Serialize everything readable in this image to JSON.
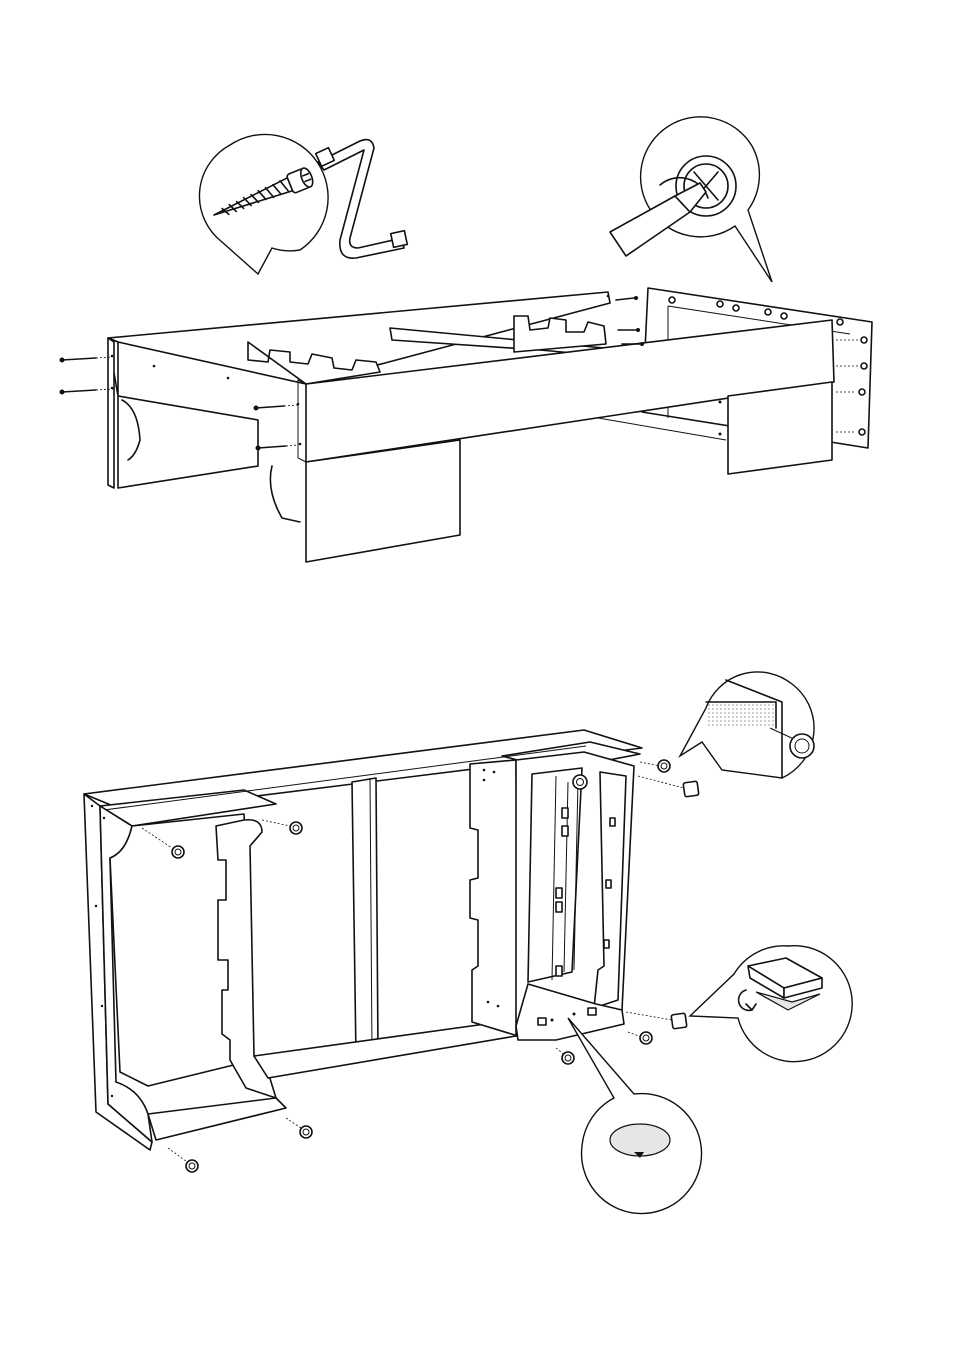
{
  "document": {
    "type": "assembly-instructions",
    "steps": [
      {
        "id": "step-1",
        "callouts": [
          {
            "icon": "hex-key-screw-icon"
          },
          {
            "icon": "screwdriver-cam-lock-icon"
          }
        ],
        "assembly": {
          "icon": "bed-frame-assembly-icon"
        }
      },
      {
        "id": "step-2",
        "callouts": [
          {
            "icon": "glide-tap-detail-icon"
          },
          {
            "icon": "felt-pad-peel-icon"
          },
          {
            "icon": "round-felt-pad-icon"
          }
        ],
        "assembly": {
          "icon": "frame-upended-glides-icon"
        }
      }
    ]
  },
  "colors": {
    "line": "#111111",
    "background": "#ffffff"
  }
}
